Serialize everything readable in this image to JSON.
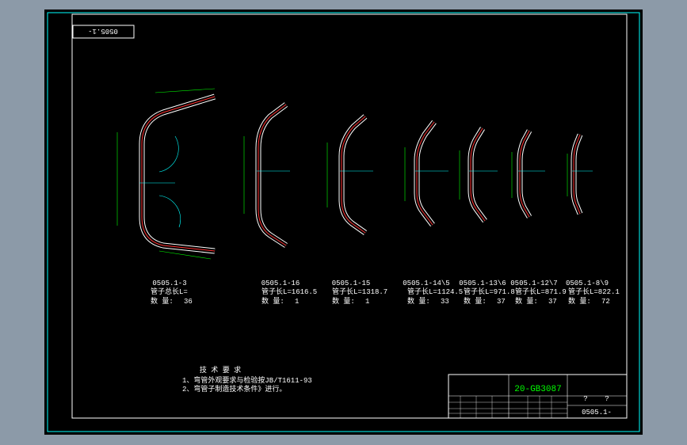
{
  "drawing": {
    "stamp": "0505.1-",
    "parts": [
      {
        "code": "0505.1-3",
        "spec": "管子总长L=",
        "qty_label": "数    量:",
        "qty": "36"
      },
      {
        "code": "0505.1-16",
        "spec": "管子长L=1616.5",
        "qty_label": "数    量:",
        "qty": "1"
      },
      {
        "code": "0505.1-15",
        "spec": "管子长L=1318.7",
        "qty_label": "数    量:",
        "qty": "1"
      },
      {
        "code": "0505.1-14\\5",
        "spec": "管子长L=1124.5",
        "qty_label": "数    量:",
        "qty": "33"
      },
      {
        "code": "0505.1-13\\6",
        "spec": "管子长L=971.8",
        "qty_label": "数    量:",
        "qty": "37"
      },
      {
        "code": "0505.1-12\\7",
        "spec": "管子长L=871.9",
        "qty_label": "数    量:",
        "qty": "37"
      },
      {
        "code": "0505.1-8\\9",
        "spec": "管子长L=822.1",
        "qty_label": "数    量:",
        "qty": "72"
      }
    ],
    "notes": {
      "title": "技  术  要  求",
      "line1": "1、弯管外观要求与检验按JB/T1611-93",
      "line2": "2、弯管子制造技术条件》进行。"
    },
    "title_block": {
      "drawing_no": "20-GB3087",
      "q1": "?",
      "q2": "?",
      "part_no": "0505.1-"
    }
  },
  "colors": {
    "frame": "#ffffff",
    "border": "#00ffff",
    "pipe_outer": "#ffffff",
    "pipe_center": "#ff3030",
    "dimension": "#00ff00",
    "extension": "#00ffff",
    "dim_label": "#ffff00",
    "title_block_line": "#ffffff",
    "drawing_no_text": "#00ff00"
  }
}
